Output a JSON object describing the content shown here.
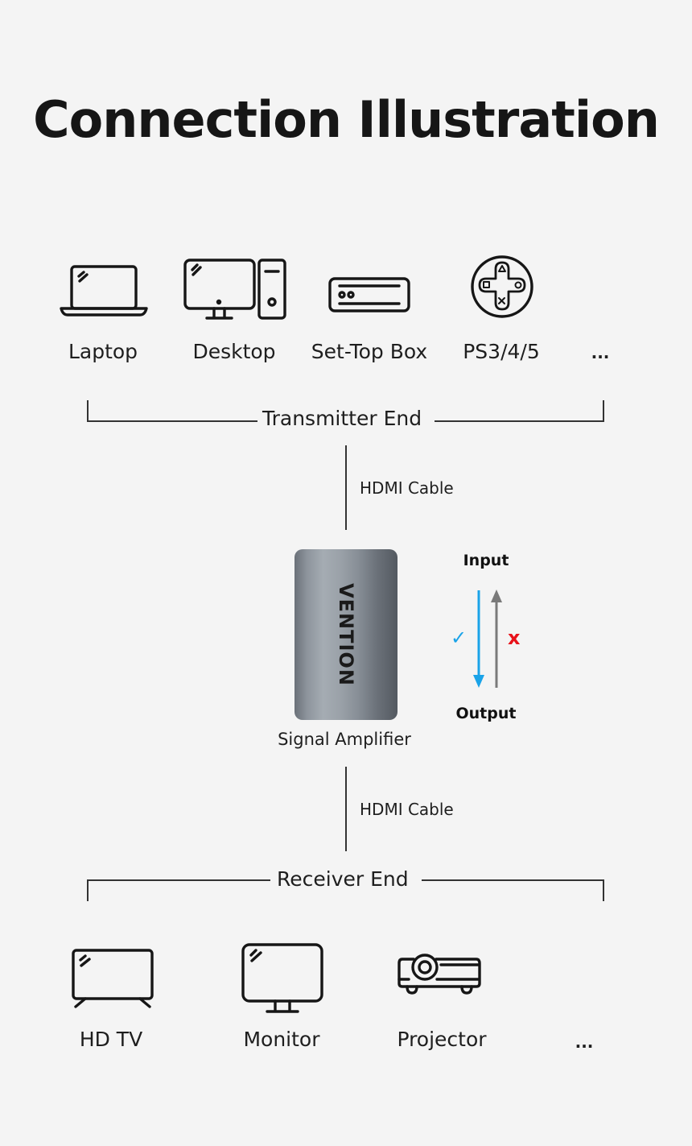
{
  "title": "Connection Illustration",
  "transmitter": {
    "label": "Transmitter End",
    "devices": [
      {
        "icon": "laptop-icon",
        "label": "Laptop"
      },
      {
        "icon": "desktop-icon",
        "label": "Desktop"
      },
      {
        "icon": "set-top-box-icon",
        "label": "Set-Top Box"
      },
      {
        "icon": "gamepad-icon",
        "label": "PS3/4/5"
      },
      {
        "icon": "",
        "label": "..."
      }
    ]
  },
  "cable_top": "HDMI Cable",
  "amplifier": {
    "brand": "VENTION",
    "label": "Signal Amplifier"
  },
  "direction": {
    "input_label": "Input",
    "output_label": "Output",
    "allowed_mark": "✓",
    "blocked_mark": "x",
    "allowed_color": "#1aa3e8",
    "blocked_color": "#e8131b",
    "reverse_arrow_color": "#7a7a7a"
  },
  "cable_bottom": "HDMI Cable",
  "receiver": {
    "label": "Receiver End",
    "devices": [
      {
        "icon": "tv-icon",
        "label": "HD TV"
      },
      {
        "icon": "monitor-icon",
        "label": "Monitor"
      },
      {
        "icon": "projector-icon",
        "label": "Projector"
      },
      {
        "icon": "",
        "label": "..."
      }
    ]
  }
}
